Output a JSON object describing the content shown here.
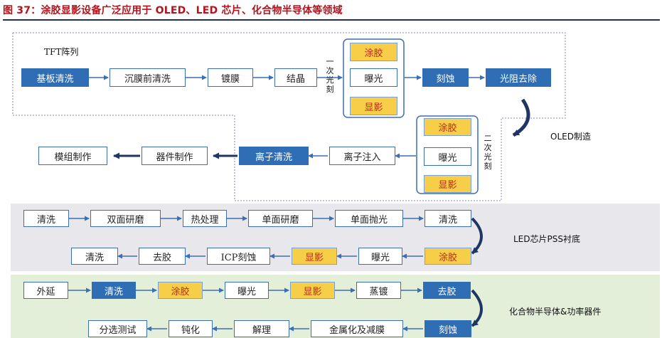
{
  "title": "图 37：涂胶显影设备广泛应用于 OLED、LED 芯片、化合物半导体等领域",
  "oled": {
    "section_label": "OLED制造",
    "tft_label": "TFT阵列",
    "row1": [
      "基板清洗",
      "沉膜前清洗",
      "镀膜",
      "结晶"
    ],
    "first_litho_label": "一次光刻",
    "first_litho": [
      "涂胶",
      "曝光",
      "显影"
    ],
    "row1_after": [
      "刻蚀",
      "光阻去除"
    ],
    "second_litho_label": "二次光刻",
    "second_litho": [
      "涂胶",
      "曝光",
      "显影"
    ],
    "row2": [
      "离子注入",
      "离子清洗",
      "器件制作",
      "模组制作"
    ]
  },
  "led": {
    "section_label": "LED芯片PSS衬底",
    "row1": [
      "清洗",
      "双面研磨",
      "热处理",
      "单面研磨",
      "单面抛光",
      "清洗"
    ],
    "row2": [
      "涂胶",
      "曝光",
      "显影",
      "ICP刻蚀",
      "去胶",
      "清洗"
    ]
  },
  "compound": {
    "section_label": "化合物半导体&功率器件",
    "row1": [
      "外延",
      "清洗",
      "涂胶",
      "曝光",
      "显影",
      "蒸镀",
      "去胶"
    ],
    "row2": [
      "刻蚀",
      "金属化及减膜",
      "解理",
      "钝化",
      "分选测试"
    ]
  },
  "colors": {
    "blue": "#2f6db5",
    "yellow": "#f7ce48",
    "red_text": "#c0251a",
    "title_red": "#b5121b"
  }
}
